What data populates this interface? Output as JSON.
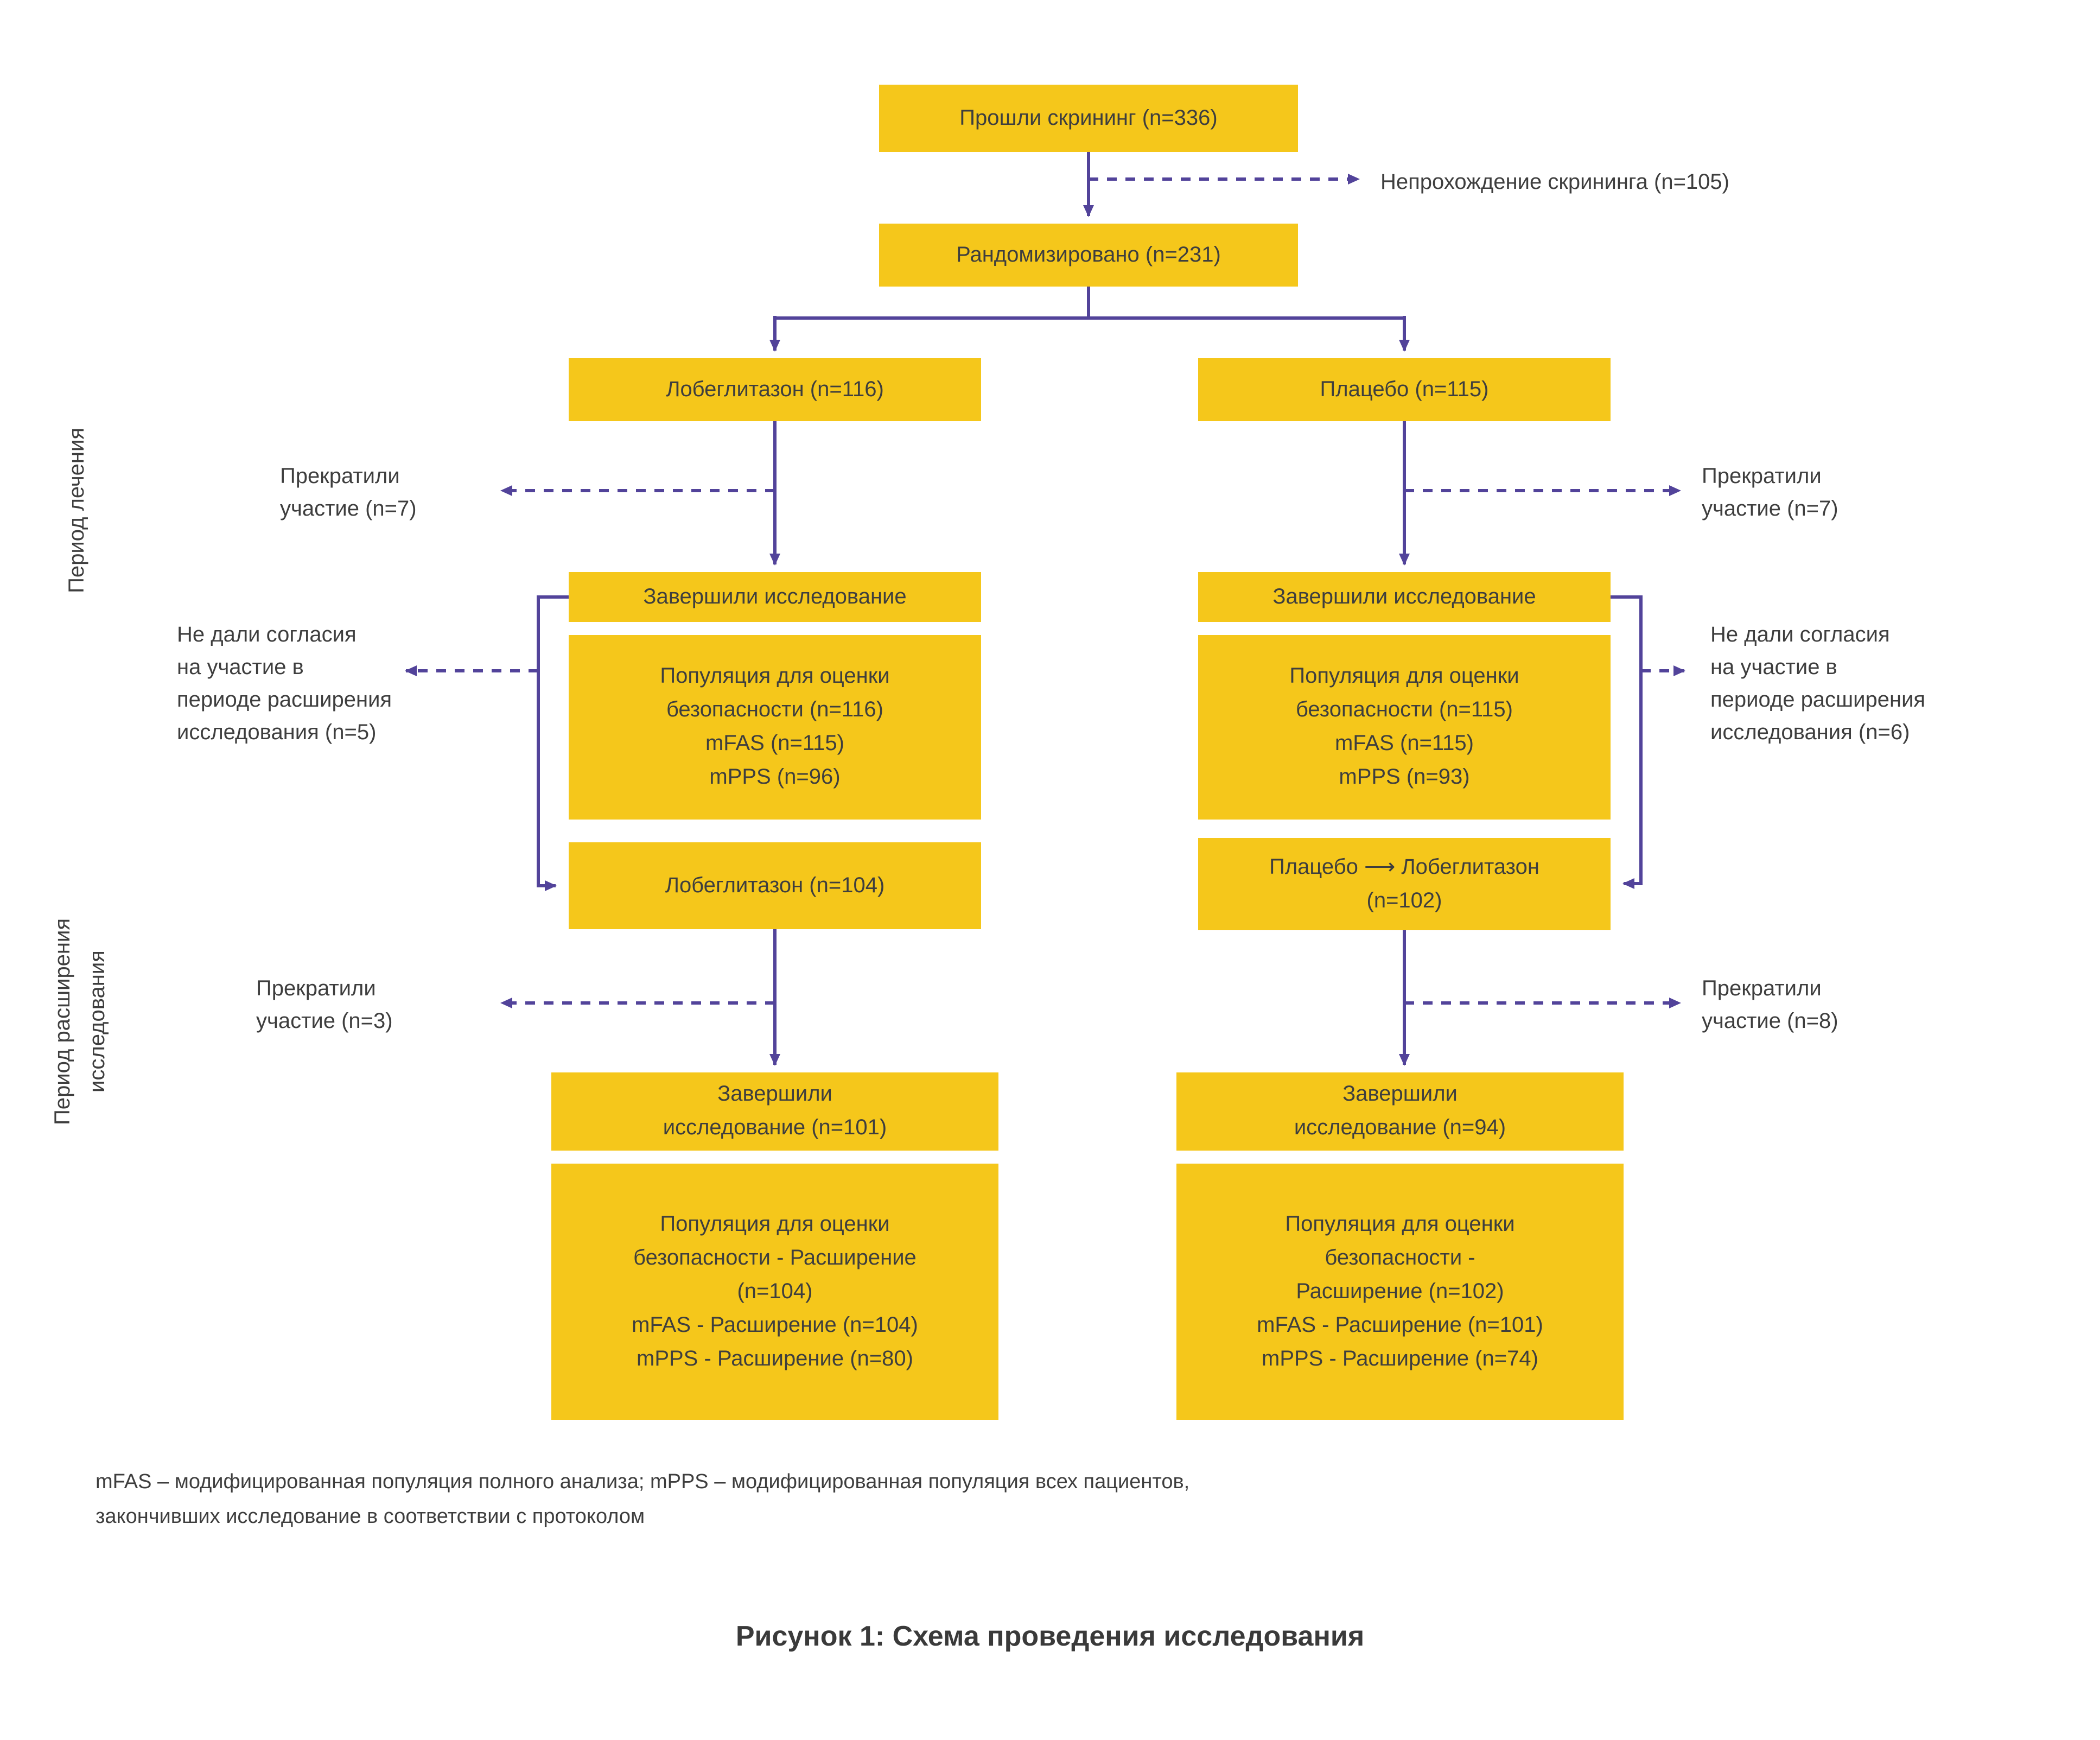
{
  "colors": {
    "box_fill": "#F5C71B",
    "arrow": "#52439A",
    "text": "#3E3E3E"
  },
  "flow": {
    "screening": "Прошли скрининг (n=336)",
    "screening_failure": "Непрохождение скрининга (n=105)",
    "randomized": "Рандомизировано (n=231)",
    "treatment_period": "Период лечения",
    "extension_period": "Период расширения\nисследования",
    "lobeglitazone": {
      "arm": "Лобеглитазон (n=116)",
      "discontinued_treatment": "Прекратили\nучастие (n=7)",
      "completed": "Завершили исследование",
      "populations": "Популяция для оценки\nбезопасности (n=116)\nmFAS (n=115)\nmPPS (n=96)",
      "no_consent_extension": "Не дали согласия\nна участие в\nпериоде расширения\nисследования (n=5)",
      "extension_arm": "Лобеглитазон (n=104)",
      "discontinued_extension": "Прекратили\nучастие (n=3)",
      "completed_extension": "Завершили\nисследование (n=101)",
      "populations_extension": "Популяция для оценки\nбезопасности - Расширение\n(n=104)\nmFAS - Расширение (n=104)\nmPPS - Расширение (n=80)"
    },
    "placebo": {
      "arm": "Плацебо (n=115)",
      "discontinued_treatment": "Прекратили\nучастие (n=7)",
      "completed": "Завершили исследование",
      "populations": "Популяция для оценки\nбезопасности (n=115)\nmFAS (n=115)\nmPPS (n=93)",
      "no_consent_extension": "Не дали согласия\nна участие в\nпериоде расширения\nисследования (n=6)",
      "extension_arm": "Плацебо ⟶ Лобеглитазон\n(n=102)",
      "discontinued_extension": "Прекратили\nучастие (n=8)",
      "completed_extension": "Завершили\nисследование (n=94)",
      "populations_extension": "Популяция для оценки\nбезопасности -\nРасширение (n=102)\nmFAS - Расширение (n=101)\nmPPS - Расширение (n=74)"
    }
  },
  "footnote": "mFAS – модифицированная популяция полного анализа; mPPS – модифицированная популяция всех пациентов,\nзакончивших исследование в соответствии с протоколом",
  "caption": "Рисунок 1: Схема проведения исследования"
}
